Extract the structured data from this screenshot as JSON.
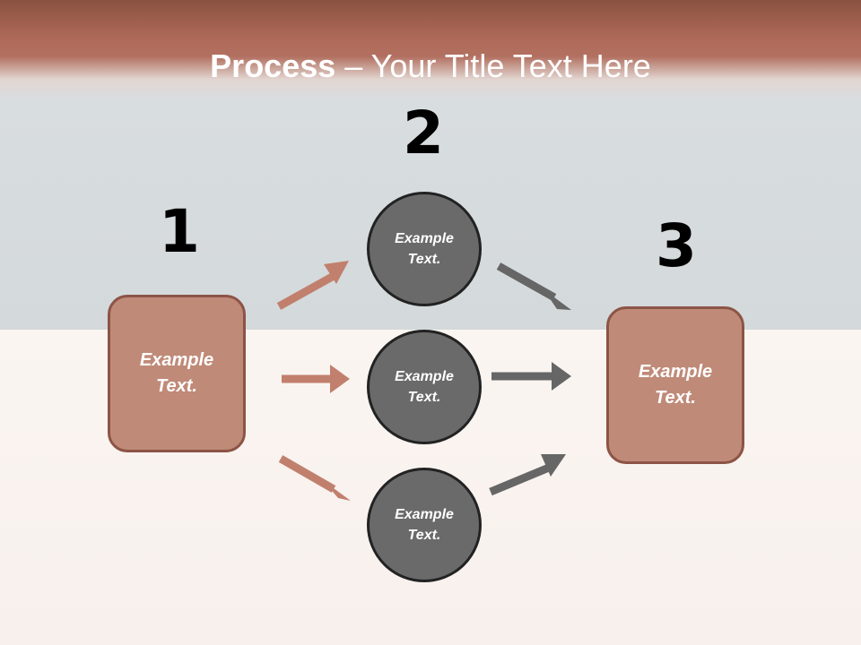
{
  "title": {
    "bold": "Process",
    "rest": " – Your Title Text Here"
  },
  "steps": [
    {
      "number": "1",
      "box_text": "Example\nText."
    },
    {
      "number": "2"
    },
    {
      "number": "3",
      "box_text": "Example\nText."
    }
  ],
  "circles": [
    {
      "text": "Example\nText."
    },
    {
      "text": "Example\nText."
    },
    {
      "text": "Example\nText."
    }
  ],
  "colors": {
    "box_fill": "#c08a78",
    "box_border": "#8c5446",
    "circle_fill": "#6a6a6a",
    "left_arrow": "#c1806d",
    "right_arrow": "#666666"
  }
}
